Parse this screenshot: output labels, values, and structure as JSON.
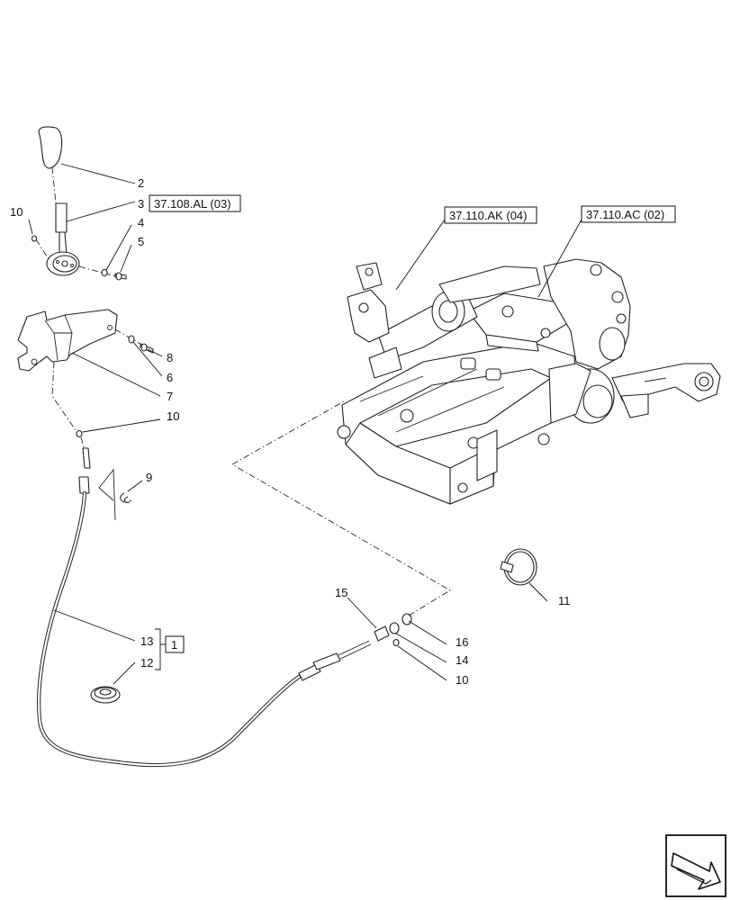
{
  "callouts": {
    "c2": "2",
    "c3": "3",
    "c4": "4",
    "c5": "5",
    "c10a": "10",
    "c8": "8",
    "c6": "6",
    "c7": "7",
    "c10b": "10",
    "c9": "9",
    "c13": "13",
    "c12": "12",
    "c11": "11",
    "c15": "15",
    "c16": "16",
    "c14": "14",
    "c10c": "10"
  },
  "references": {
    "ref_lever": "37.108.AL (03)",
    "ref_ak": "37.110.AK (04)",
    "ref_ac": "37.110.AC (02)",
    "ref_kit": "1"
  },
  "icons": {
    "nav": "arrow-icon"
  }
}
